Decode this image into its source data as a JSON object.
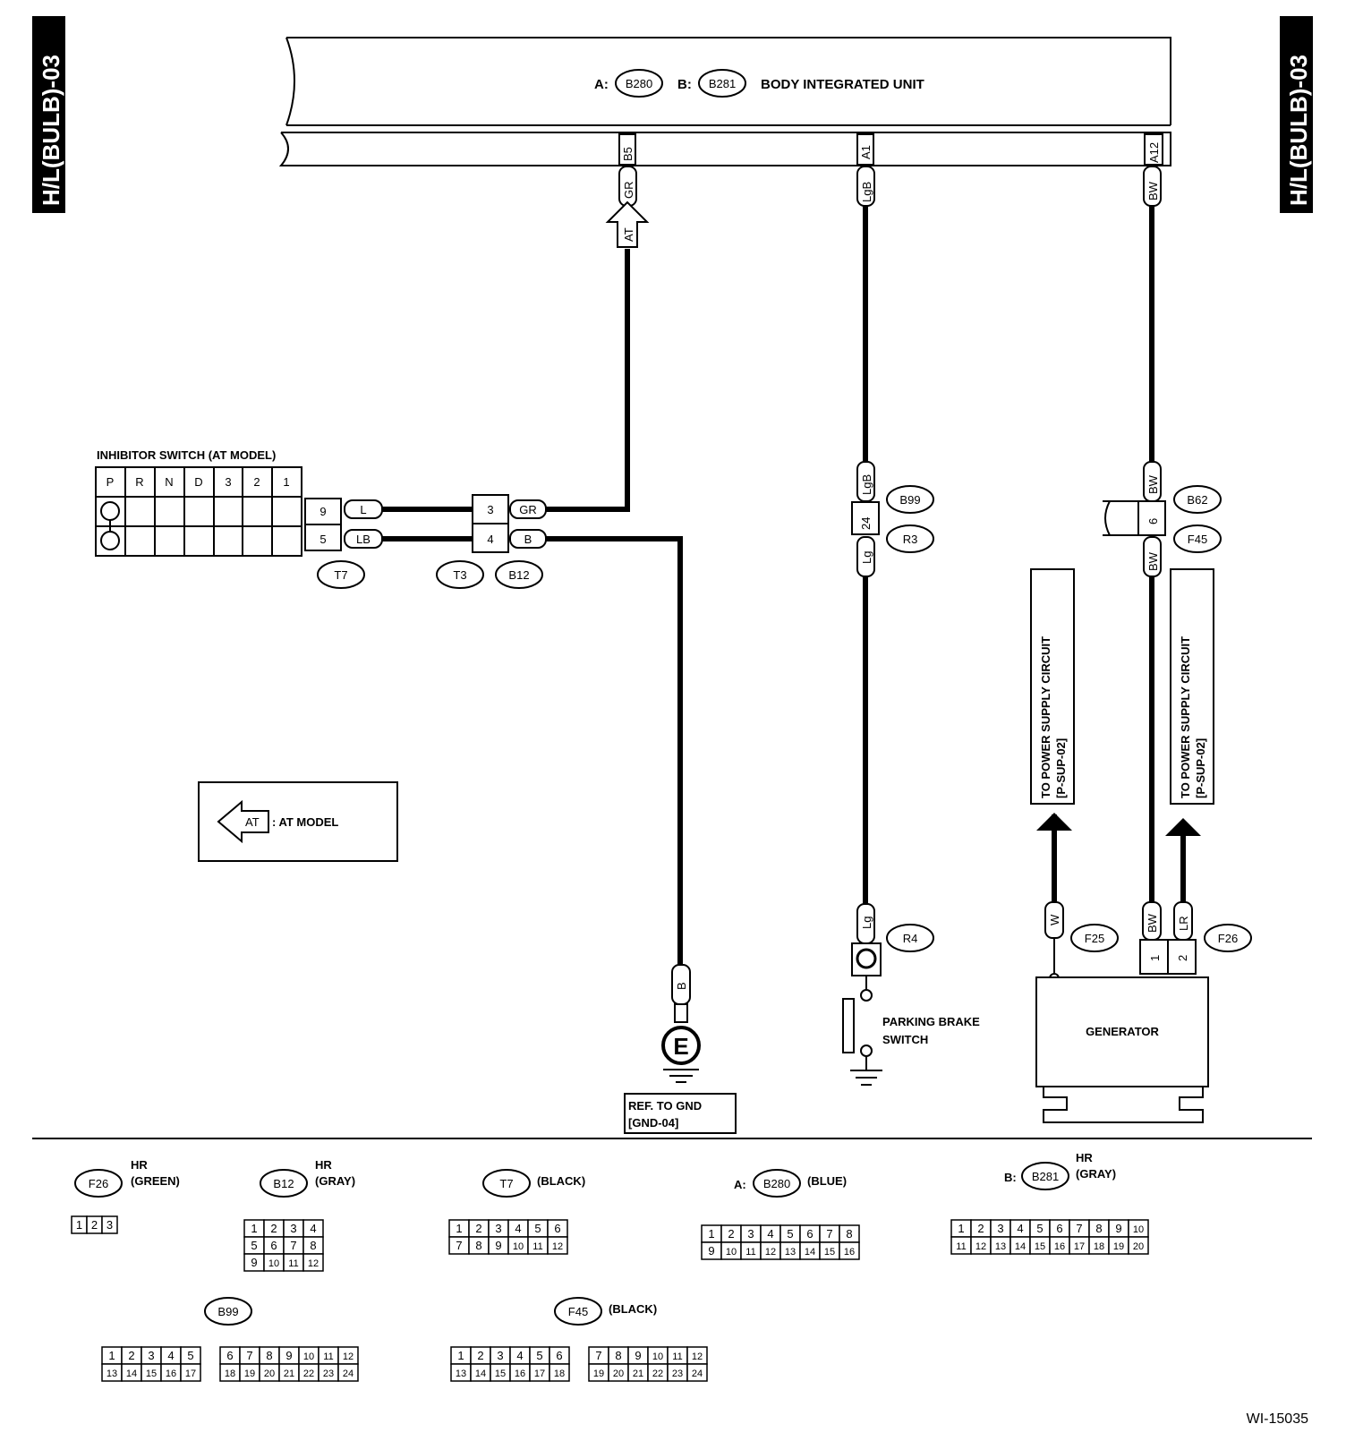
{
  "side_tab": "H/L(BULB)-03",
  "unit": {
    "a_prefix": "A:",
    "a_conn": "B280",
    "b_prefix": "B:",
    "b_conn": "B281",
    "name": "BODY INTEGRATED UNIT",
    "pins": [
      "B5",
      "A1",
      "A12"
    ]
  },
  "wires": {
    "gr": "GR",
    "lgb": "LgB",
    "bw": "BW",
    "l": "L",
    "lb": "LB",
    "b": "B",
    "lg": "Lg",
    "w": "W",
    "lr": "LR"
  },
  "at_tag": "AT",
  "inhibitor": {
    "title": "INHIBITOR SWITCH (AT MODEL)",
    "positions": [
      "P",
      "R",
      "N",
      "D",
      "3",
      "2",
      "1"
    ],
    "pins": [
      "9",
      "5"
    ],
    "conn": "T7"
  },
  "joint": {
    "pins": [
      "3",
      "4"
    ],
    "conns": [
      "T3",
      "B12"
    ]
  },
  "r3": {
    "pin": "24",
    "conns": [
      "B99",
      "R3"
    ]
  },
  "b62": {
    "pin": "6",
    "conns": [
      "B62",
      "F45"
    ]
  },
  "legend": {
    "tag": "AT",
    "text": ": AT MODEL"
  },
  "ground_ref": {
    "symbol": "E",
    "line1": "REF. TO GND",
    "line2": "[GND-04]"
  },
  "r4": {
    "conn": "R4",
    "label1": "PARKING BRAKE",
    "label2": "SWITCH"
  },
  "power1": {
    "line1": "TO POWER SUPPLY CIRCUIT",
    "line2": "[P-SUP-02]"
  },
  "power2": {
    "line1": "TO POWER SUPPLY CIRCUIT",
    "line2": "[P-SUP-02]"
  },
  "generator": {
    "name": "GENERATOR",
    "conn_w": "F25",
    "conn_f26": "F26",
    "pins": [
      "1",
      "2"
    ]
  },
  "connectors": {
    "f26": {
      "id": "F26",
      "type": "HR",
      "color": "(GREEN)",
      "pins": [
        "1",
        "2",
        "3"
      ]
    },
    "b12": {
      "id": "B12",
      "type": "HR",
      "color": "(GRAY)",
      "pins": [
        "1",
        "2",
        "3",
        "4",
        "5",
        "6",
        "7",
        "8",
        "9",
        "10",
        "11",
        "12"
      ]
    },
    "t7": {
      "id": "T7",
      "color": "(BLACK)",
      "pins": [
        "1",
        "2",
        "3",
        "4",
        "5",
        "6",
        "7",
        "8",
        "9",
        "10",
        "11",
        "12"
      ]
    },
    "b280": {
      "prefix": "A:",
      "id": "B280",
      "color": "(BLUE)",
      "pins": [
        "1",
        "2",
        "3",
        "4",
        "5",
        "6",
        "7",
        "8",
        "9",
        "10",
        "11",
        "12",
        "13",
        "14",
        "15",
        "16"
      ]
    },
    "b281": {
      "prefix": "B:",
      "id": "B281",
      "type": "HR",
      "color": "(GRAY)",
      "pins": [
        "1",
        "2",
        "3",
        "4",
        "5",
        "6",
        "7",
        "8",
        "9",
        "10",
        "11",
        "12",
        "13",
        "14",
        "15",
        "16",
        "17",
        "18",
        "19",
        "20"
      ]
    },
    "b99": {
      "id": "B99",
      "pins": [
        "1",
        "2",
        "3",
        "4",
        "5",
        "6",
        "7",
        "8",
        "9",
        "10",
        "11",
        "12",
        "13",
        "14",
        "15",
        "16",
        "17",
        "18",
        "19",
        "20",
        "21",
        "22",
        "23",
        "24"
      ]
    },
    "f45": {
      "id": "F45",
      "color": "(BLACK)",
      "pins": [
        "1",
        "2",
        "3",
        "4",
        "5",
        "6",
        "7",
        "8",
        "9",
        "10",
        "11",
        "12",
        "13",
        "14",
        "15",
        "16",
        "17",
        "18",
        "19",
        "20",
        "21",
        "22",
        "23",
        "24"
      ]
    }
  },
  "figure_id": "WI-15035"
}
